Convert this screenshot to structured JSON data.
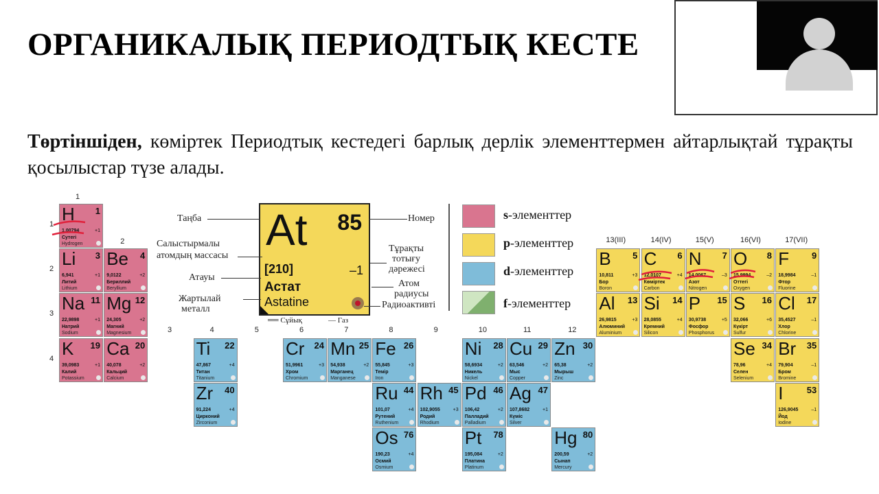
{
  "title": "ОРГАНИКАЛЫҚ ПЕРИОДТЫҚ КЕСТЕ",
  "paragraph": {
    "lead": "Төртіншіден,",
    "rest": " көміртек Периодтық кестедегі барлық дерлік элементтермен айтарлықтай тұрақты қосылыстар түзе алады."
  },
  "key": {
    "symbol": "At",
    "number": "85",
    "mass": "[210]",
    "oxidation": "–1",
    "name_kk": "Астат",
    "name_en": "Astatine",
    "label_symbol": "Таңба",
    "label_number": "Номер",
    "label_mass_1": "Салыстырмалы",
    "label_mass_2": "атомдың массасы",
    "label_name": "Атауы",
    "label_semimetal_1": "Жартылай",
    "label_semimetal_2": "металл",
    "label_ox_1": "Тұрақты",
    "label_ox_2": "тотығу",
    "label_ox_3": "дәрежесі",
    "label_radius_1": "Атом",
    "label_radius_2": "радиусы",
    "label_radioactive": "Радиоактивті",
    "liquid": "Сұйық",
    "gas": "Газ"
  },
  "legend": [
    {
      "letter": "s",
      "text": "-элементтер",
      "color": "#d9758f"
    },
    {
      "letter": "p",
      "text": "-элементтер",
      "color": "#f4d85a"
    },
    {
      "letter": "d",
      "text": "-элементтер",
      "color": "#7fbcd9"
    },
    {
      "letter": "f",
      "text": "-элементтер",
      "color": "#a8cf95"
    }
  ],
  "group_labels": [
    "1",
    "2",
    "3",
    "4",
    "5",
    "6",
    "7",
    "8",
    "9",
    "10",
    "11",
    "12",
    "13(III)",
    "14(IV)",
    "15(V)",
    "16(VI)",
    "17(VII)"
  ],
  "period_labels": [
    "1",
    "2",
    "3",
    "4"
  ],
  "elements": [
    {
      "sym": "H",
      "num": "1",
      "mass": "1,00794",
      "ox": "+1",
      "kk": "Сутегі",
      "en": "Hydrogen",
      "type": "s",
      "col": 1,
      "row": 1
    },
    {
      "sym": "Li",
      "num": "3",
      "mass": "6,941",
      "ox": "+1",
      "kk": "Литий",
      "en": "Lithium",
      "type": "s",
      "col": 1,
      "row": 2
    },
    {
      "sym": "Be",
      "num": "4",
      "mass": "9,0122",
      "ox": "+2",
      "kk": "Бериллий",
      "en": "Beryllium",
      "type": "s",
      "col": 2,
      "row": 2
    },
    {
      "sym": "Na",
      "num": "11",
      "mass": "22,9898",
      "ox": "+1",
      "kk": "Натрий",
      "en": "Sodium",
      "type": "s",
      "col": 1,
      "row": 3
    },
    {
      "sym": "Mg",
      "num": "12",
      "mass": "24,305",
      "ox": "+2",
      "kk": "Магний",
      "en": "Magnesium",
      "type": "s",
      "col": 2,
      "row": 3
    },
    {
      "sym": "K",
      "num": "19",
      "mass": "39,0983",
      "ox": "+1",
      "kk": "Калий",
      "en": "Potassium",
      "type": "s",
      "col": 1,
      "row": 4
    },
    {
      "sym": "Ca",
      "num": "20",
      "mass": "40,078",
      "ox": "+2",
      "kk": "Кальций",
      "en": "Calcium",
      "type": "s",
      "col": 2,
      "row": 4
    },
    {
      "sym": "Ti",
      "num": "22",
      "mass": "47,867",
      "ox": "+4",
      "kk": "Титан",
      "en": "Titanium",
      "type": "d",
      "col": 4,
      "row": 4
    },
    {
      "sym": "Cr",
      "num": "24",
      "mass": "51,9961",
      "ox": "+3",
      "kk": "Хром",
      "en": "Chromium",
      "type": "d",
      "col": 6,
      "row": 4
    },
    {
      "sym": "Mn",
      "num": "25",
      "mass": "54,938",
      "ox": "+2",
      "kk": "Марганец",
      "en": "Manganese",
      "type": "d",
      "col": 7,
      "row": 4
    },
    {
      "sym": "Fe",
      "num": "26",
      "mass": "55,845",
      "ox": "+3",
      "kk": "Темір",
      "en": "Iron",
      "type": "d",
      "col": 8,
      "row": 4
    },
    {
      "sym": "Ni",
      "num": "28",
      "mass": "58,6934",
      "ox": "+2",
      "kk": "Никель",
      "en": "Nickel",
      "type": "d",
      "col": 10,
      "row": 4
    },
    {
      "sym": "Cu",
      "num": "29",
      "mass": "63,546",
      "ox": "+2",
      "kk": "Мыс",
      "en": "Copper",
      "type": "d",
      "col": 11,
      "row": 4
    },
    {
      "sym": "Zn",
      "num": "30",
      "mass": "65,38",
      "ox": "+2",
      "kk": "Мырыш",
      "en": "Zinc",
      "type": "d",
      "col": 12,
      "row": 4
    },
    {
      "sym": "Zr",
      "num": "40",
      "mass": "91,224",
      "ox": "+4",
      "kk": "Цирконий",
      "en": "Zirconium",
      "type": "d",
      "col": 4,
      "row": 5
    },
    {
      "sym": "Ru",
      "num": "44",
      "mass": "101,07",
      "ox": "+4",
      "kk": "Рутений",
      "en": "Ruthenium",
      "type": "d",
      "col": 8,
      "row": 5
    },
    {
      "sym": "Rh",
      "num": "45",
      "mass": "102,9055",
      "ox": "+3",
      "kk": "Родий",
      "en": "Rhodium",
      "type": "d",
      "col": 9,
      "row": 5
    },
    {
      "sym": "Pd",
      "num": "46",
      "mass": "106,42",
      "ox": "+2",
      "kk": "Палладий",
      "en": "Palladium",
      "type": "d",
      "col": 10,
      "row": 5
    },
    {
      "sym": "Ag",
      "num": "47",
      "mass": "107,8682",
      "ox": "+1",
      "kk": "Күміс",
      "en": "Silver",
      "type": "d",
      "col": 11,
      "row": 5
    },
    {
      "sym": "Os",
      "num": "76",
      "mass": "190,23",
      "ox": "+4",
      "kk": "Осмий",
      "en": "Osmium",
      "type": "d",
      "col": 8,
      "row": 6
    },
    {
      "sym": "Pt",
      "num": "78",
      "mass": "195,084",
      "ox": "+2",
      "kk": "Платина",
      "en": "Platinum",
      "type": "d",
      "col": 10,
      "row": 6
    },
    {
      "sym": "Hg",
      "num": "80",
      "mass": "200,59",
      "ox": "+2",
      "kk": "Сынап",
      "en": "Mercury",
      "type": "d",
      "col": 12,
      "row": 6
    },
    {
      "sym": "B",
      "num": "5",
      "mass": "10,811",
      "ox": "+3",
      "kk": "Бор",
      "en": "Boron",
      "type": "p",
      "col": 13,
      "row": 2
    },
    {
      "sym": "C",
      "num": "6",
      "mass": "12,0107",
      "ox": "+4",
      "kk": "Көміртек",
      "en": "Carbon",
      "type": "p",
      "col": 14,
      "row": 2
    },
    {
      "sym": "N",
      "num": "7",
      "mass": "14,0067",
      "ox": "–3",
      "kk": "Азот",
      "en": "Nitrogen",
      "type": "p",
      "col": 15,
      "row": 2
    },
    {
      "sym": "O",
      "num": "8",
      "mass": "15,9994",
      "ox": "–2",
      "kk": "Оттегі",
      "en": "Oxygen",
      "type": "p",
      "col": 16,
      "row": 2
    },
    {
      "sym": "F",
      "num": "9",
      "mass": "18,9984",
      "ox": "–1",
      "kk": "Фтор",
      "en": "Fluorine",
      "type": "p",
      "col": 17,
      "row": 2
    },
    {
      "sym": "Al",
      "num": "13",
      "mass": "26,9815",
      "ox": "+3",
      "kk": "Алюминий",
      "en": "Aluminium",
      "type": "p",
      "col": 13,
      "row": 3
    },
    {
      "sym": "Si",
      "num": "14",
      "mass": "28,0855",
      "ox": "+4",
      "kk": "Кремний",
      "en": "Silicon",
      "type": "p",
      "col": 14,
      "row": 3
    },
    {
      "sym": "P",
      "num": "15",
      "mass": "30,9738",
      "ox": "+5",
      "kk": "Фосфор",
      "en": "Phosphorus",
      "type": "p",
      "col": 15,
      "row": 3
    },
    {
      "sym": "S",
      "num": "16",
      "mass": "32,066",
      "ox": "+6",
      "kk": "Күкірт",
      "en": "Sulfur",
      "type": "p",
      "col": 16,
      "row": 3
    },
    {
      "sym": "Cl",
      "num": "17",
      "mass": "35,4527",
      "ox": "–1",
      "kk": "Хлор",
      "en": "Chlorine",
      "type": "p",
      "col": 17,
      "row": 3
    },
    {
      "sym": "Se",
      "num": "34",
      "mass": "78,96",
      "ox": "+4",
      "kk": "Селен",
      "en": "Selenium",
      "type": "p",
      "col": 16,
      "row": 4
    },
    {
      "sym": "Br",
      "num": "35",
      "mass": "79,904",
      "ox": "–1",
      "kk": "Бром",
      "en": "Bromine",
      "type": "p",
      "col": 17,
      "row": 4
    },
    {
      "sym": "I",
      "num": "53",
      "mass": "126,9045",
      "ox": "–1",
      "kk": "Йод",
      "en": "Iodine",
      "type": "p",
      "col": 17,
      "row": 5
    }
  ]
}
